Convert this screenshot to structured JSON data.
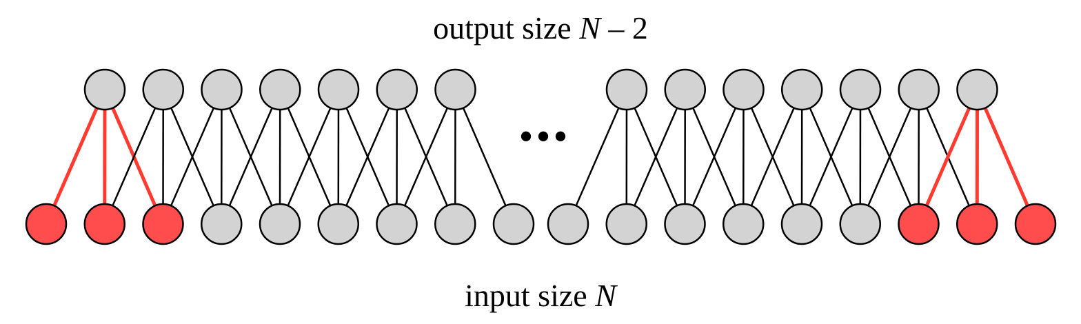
{
  "labels": {
    "output_prefix": "output size ",
    "output_var": "N",
    "output_suffix": " – 2",
    "input_prefix": "input size ",
    "input_var": "N",
    "ellipsis": "•••"
  },
  "colors": {
    "node_fill": "#d3d3d3",
    "highlight_fill": "#ff4d4d",
    "highlight_edge": "#ff3b30",
    "edge": "#000000",
    "stroke": "#000000"
  },
  "diagram": {
    "kernel_size": 3,
    "left_output_nodes": 7,
    "right_output_nodes": 7,
    "left_input_nodes": 9,
    "right_input_nodes": 9,
    "highlighted_inputs_left": [
      0,
      1,
      2
    ],
    "highlighted_inputs_right": [
      6,
      7,
      8
    ],
    "highlighted_output_left": 0,
    "highlighted_output_right": 6
  }
}
